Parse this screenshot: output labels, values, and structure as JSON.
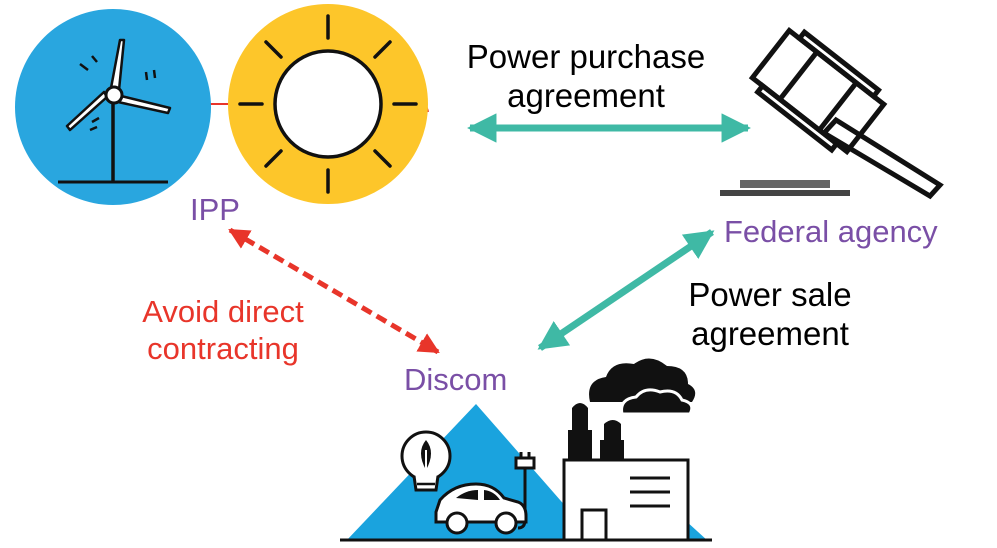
{
  "colors": {
    "wind_bg": "#29a6df",
    "sun_bg": "#fdc62a",
    "teal_arrow": "#3fb9a5",
    "red_arrow": "#e8352a",
    "purple_label": "#7a4fa6",
    "red_label": "#e8352a",
    "ink": "#111111",
    "mountain": "#1aa3de"
  },
  "icons": {
    "wind": "wind-turbine-icon",
    "sun": "sun-icon",
    "gavel": "gavel-icon",
    "cloud": "cloud-icon",
    "factory": "factory-icon",
    "car": "electric-car-icon",
    "bulb": "eco-lightbulb-icon",
    "plug": "plug-icon"
  },
  "labels": {
    "ipp": "IPP",
    "federal_agency": "Federal agency",
    "discom": "Discom",
    "ppa_line1": "Power purchase",
    "ppa_line2": "agreement",
    "psa_line1": "Power sale",
    "psa_line2": "agreement",
    "avoid_line1": "Avoid direct",
    "avoid_line2": "contracting"
  }
}
